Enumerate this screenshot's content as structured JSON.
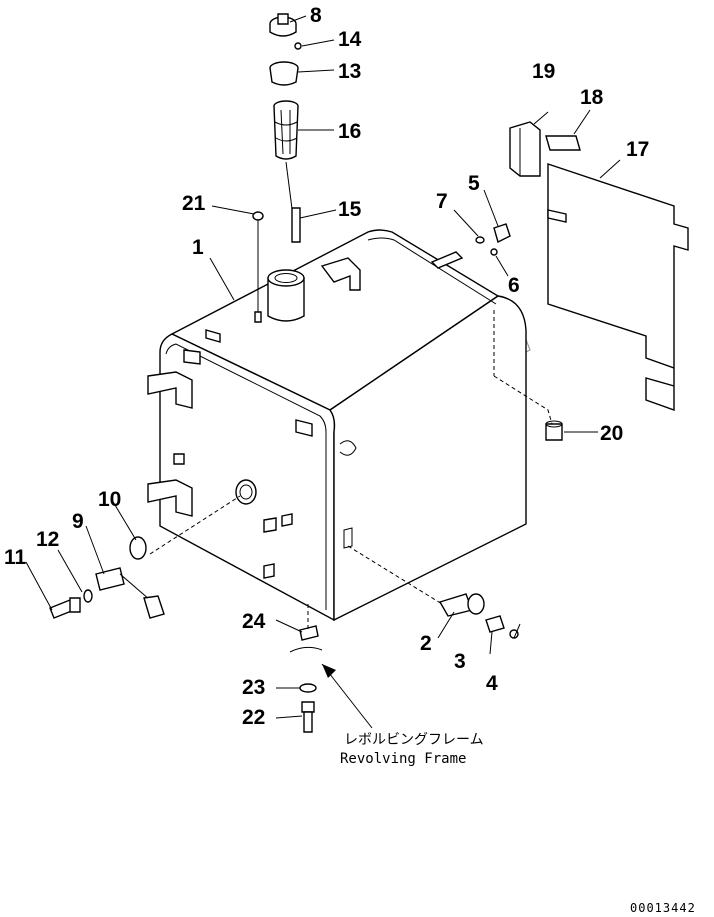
{
  "diagram": {
    "part_numbers": [
      "1",
      "2",
      "3",
      "4",
      "5",
      "6",
      "7",
      "8",
      "9",
      "10",
      "11",
      "12",
      "13",
      "14",
      "15",
      "16",
      "17",
      "18",
      "19",
      "20",
      "21",
      "22",
      "23",
      "24"
    ],
    "caption_jp": "レボルビングフレーム",
    "caption_en": "Revolving Frame",
    "document_id": "00013442"
  }
}
